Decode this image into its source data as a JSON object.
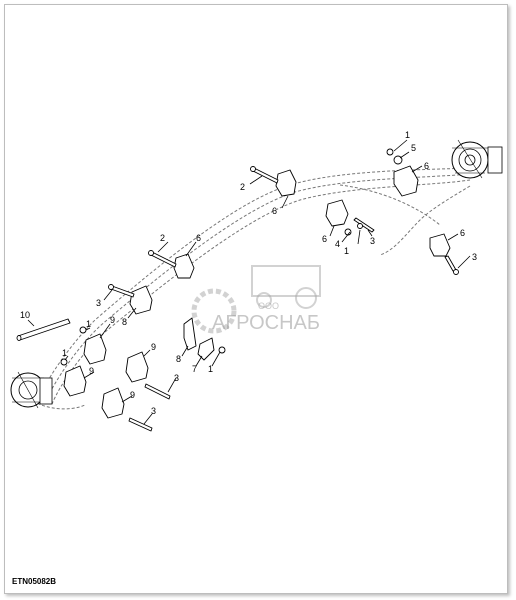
{
  "diagram": {
    "reference_code": "ETN05082B",
    "callouts": [
      {
        "id": "c1a",
        "text": "1"
      },
      {
        "id": "c5",
        "text": "5"
      },
      {
        "id": "c6a",
        "text": "6"
      },
      {
        "id": "c6b",
        "text": "6"
      },
      {
        "id": "c2a",
        "text": "2"
      },
      {
        "id": "c6c",
        "text": "6"
      },
      {
        "id": "c6d",
        "text": "6"
      },
      {
        "id": "c4",
        "text": "4"
      },
      {
        "id": "c1b",
        "text": "1"
      },
      {
        "id": "c3a",
        "text": "3"
      },
      {
        "id": "c3b",
        "text": "3"
      },
      {
        "id": "c2b",
        "text": "2"
      },
      {
        "id": "c6e",
        "text": "6"
      },
      {
        "id": "c10",
        "text": "10"
      },
      {
        "id": "c3c",
        "text": "3"
      },
      {
        "id": "c1c",
        "text": "1"
      },
      {
        "id": "c9a",
        "text": "9"
      },
      {
        "id": "c8a",
        "text": "8"
      },
      {
        "id": "c1d",
        "text": "1"
      },
      {
        "id": "c9b",
        "text": "9"
      },
      {
        "id": "c8b",
        "text": "8"
      },
      {
        "id": "c7",
        "text": "7"
      },
      {
        "id": "c1e",
        "text": "1"
      },
      {
        "id": "c9c",
        "text": "9"
      },
      {
        "id": "c3d",
        "text": "3"
      },
      {
        "id": "c9d",
        "text": "9"
      },
      {
        "id": "c3e",
        "text": "3"
      }
    ]
  },
  "watermark": {
    "org_form": "ООО",
    "name": "АГРОСНАБ"
  }
}
